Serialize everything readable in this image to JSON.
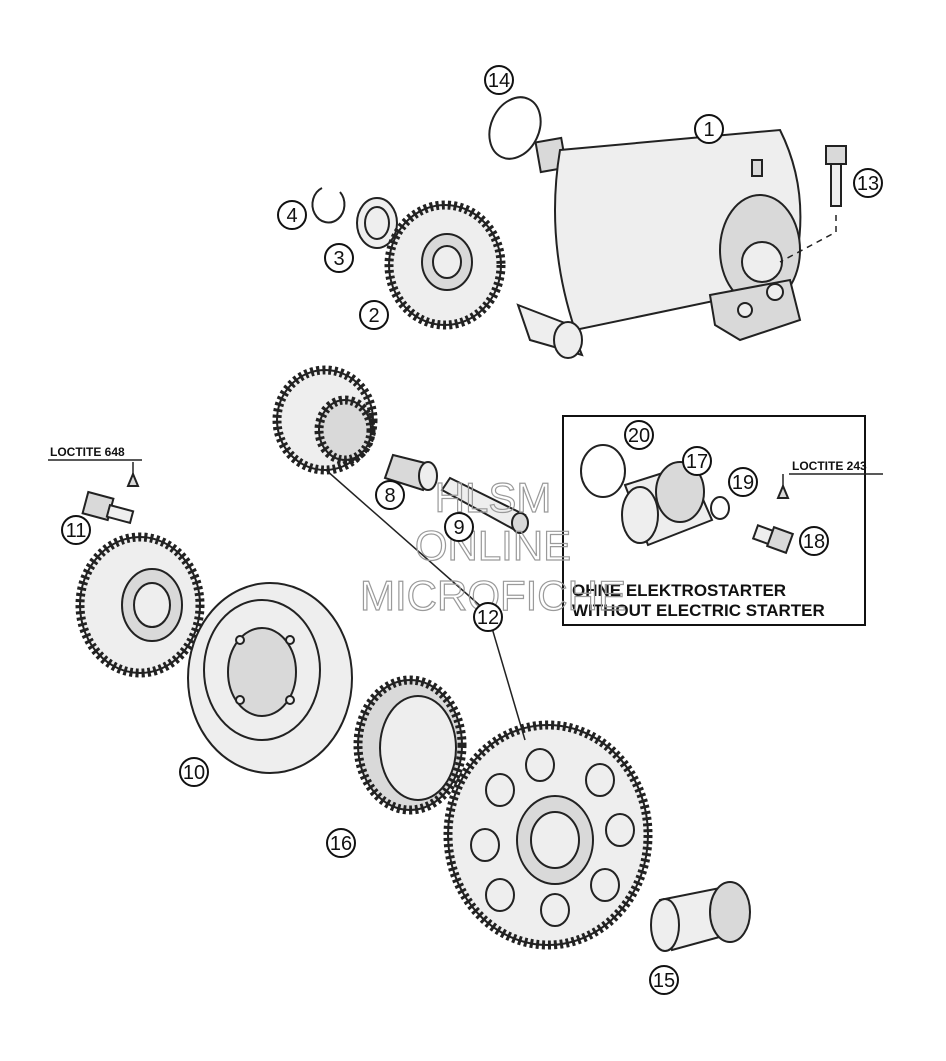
{
  "parts": [
    {
      "id": "callout-1",
      "number": "1"
    },
    {
      "id": "callout-2",
      "number": "2"
    },
    {
      "id": "callout-3",
      "number": "3"
    },
    {
      "id": "callout-4",
      "number": "4"
    },
    {
      "id": "callout-8",
      "number": "8"
    },
    {
      "id": "callout-9",
      "number": "9"
    },
    {
      "id": "callout-10",
      "number": "10"
    },
    {
      "id": "callout-11",
      "number": "11"
    },
    {
      "id": "callout-12",
      "number": "12"
    },
    {
      "id": "callout-13",
      "number": "13"
    },
    {
      "id": "callout-14",
      "number": "14"
    },
    {
      "id": "callout-15",
      "number": "15"
    },
    {
      "id": "callout-16",
      "number": "16"
    },
    {
      "id": "callout-17",
      "number": "17"
    },
    {
      "id": "callout-18",
      "number": "18"
    },
    {
      "id": "callout-19",
      "number": "19"
    },
    {
      "id": "callout-20",
      "number": "20"
    }
  ],
  "labels": {
    "loctite_648": "LOCTITE 648",
    "loctite_243": "LOCTITE 243"
  },
  "inset_box": {
    "line1": "OHNE ELEKTROSTARTER",
    "line2": "WITHOUT ELECTRIC STARTER"
  },
  "watermark": {
    "line1": "HLSM",
    "line2": "ONLINE",
    "line3": "MICROFICHE"
  }
}
